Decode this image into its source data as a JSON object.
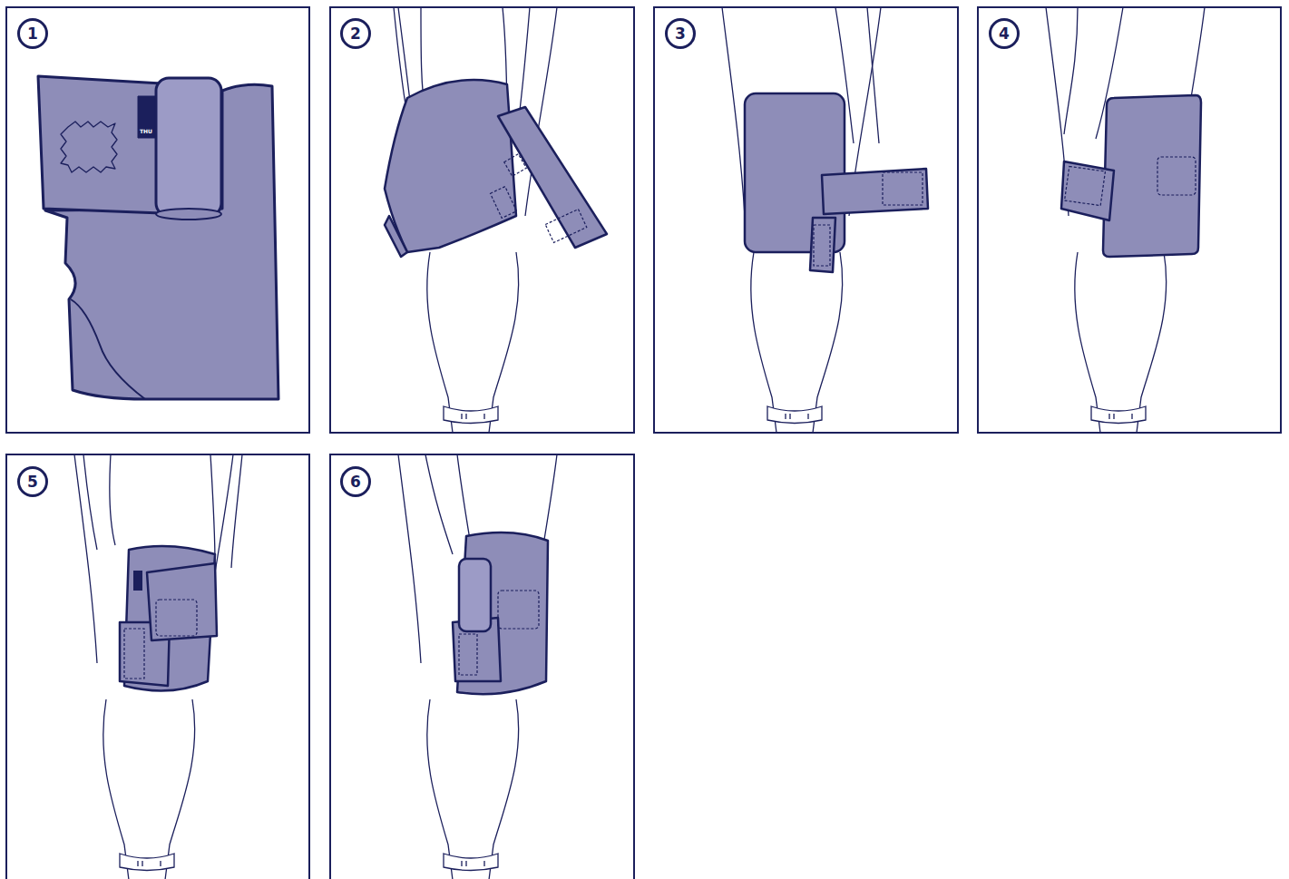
{
  "diagram": {
    "nodes": [
      {
        "text": [
          "1"
        ]
      },
      {
        "text": [
          "2"
        ]
      },
      {
        "text": [
          "3"
        ]
      },
      {
        "text": [
          "4"
        ]
      },
      {
        "text": [
          "5"
        ]
      },
      {
        "text": [
          "6"
        ]
      }
    ],
    "labels": [
      "THU"
    ]
  }
}
